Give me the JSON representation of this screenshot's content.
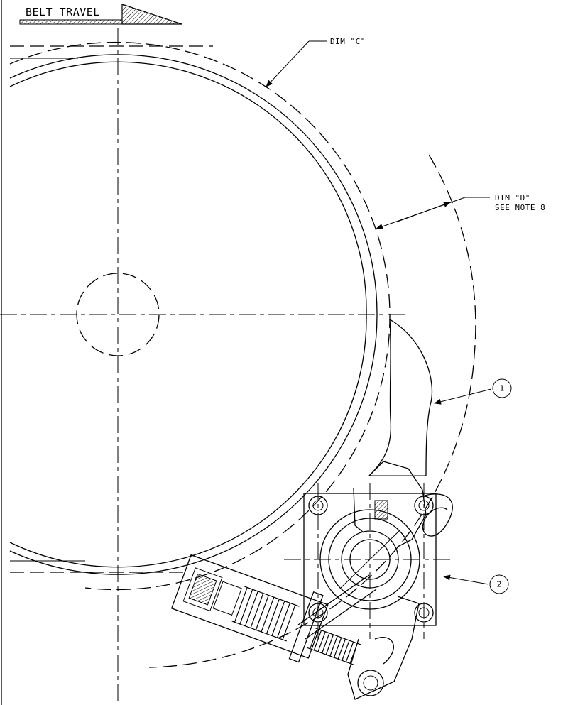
{
  "header": {
    "belt_travel_label": "BELT TRAVEL"
  },
  "dimensions": {
    "dim_c": "DIM \"C\"",
    "dim_d": "DIM \"D\"",
    "dim_d_note": "SEE NOTE 8"
  },
  "callouts": {
    "item_1": "1",
    "item_2": "2"
  }
}
